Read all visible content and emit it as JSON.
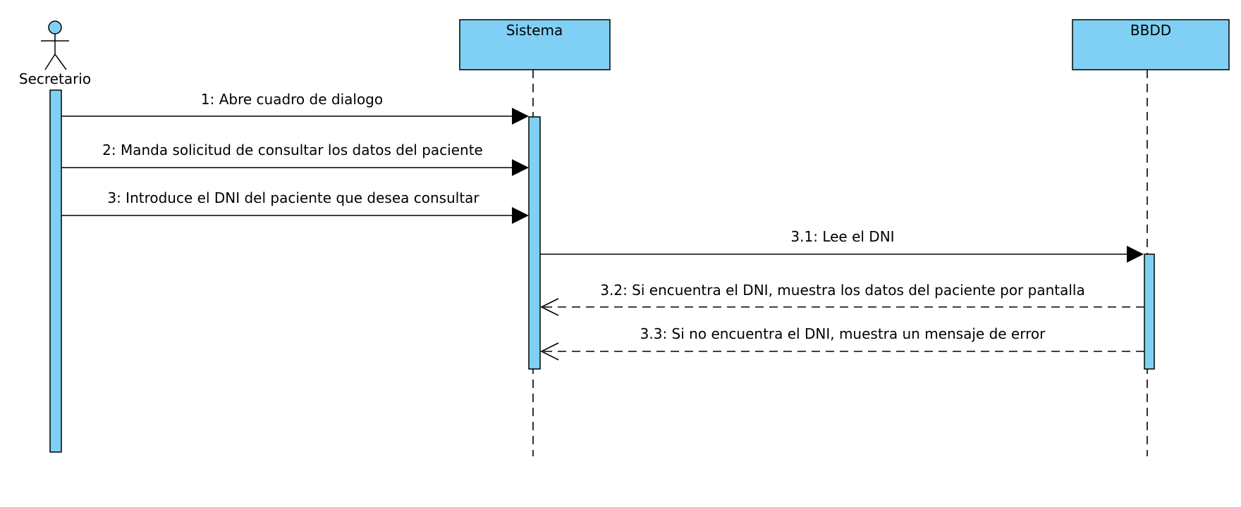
{
  "participants": {
    "secretario": {
      "name": "Secretario",
      "kind": "actor"
    },
    "sistema": {
      "name": "Sistema",
      "kind": "box"
    },
    "bbdd": {
      "name": "BBDD",
      "kind": "box"
    }
  },
  "messages": [
    {
      "label": "1: Abre cuadro de dialogo",
      "from": "Secretario",
      "to": "Sistema",
      "style": "sync"
    },
    {
      "label": "2: Manda solicitud de consultar los datos del paciente",
      "from": "Secretario",
      "to": "Sistema",
      "style": "sync"
    },
    {
      "label": "3: Introduce el DNI del paciente que desea consultar",
      "from": "Secretario",
      "to": "Sistema",
      "style": "sync"
    },
    {
      "label": "3.1: Lee el DNI",
      "from": "Sistema",
      "to": "BBDD",
      "style": "sync"
    },
    {
      "label": "3.2: Si encuentra el DNI, muestra los datos del paciente por pantalla",
      "from": "BBDD",
      "to": "Sistema",
      "style": "return"
    },
    {
      "label": "3.3: Si no encuentra el DNI, muestra un mensaje de error",
      "from": "BBDD",
      "to": "Sistema",
      "style": "return"
    }
  ],
  "colors": {
    "fill": "#7fd0f4",
    "stroke": "#000000",
    "background": "#ffffff"
  }
}
